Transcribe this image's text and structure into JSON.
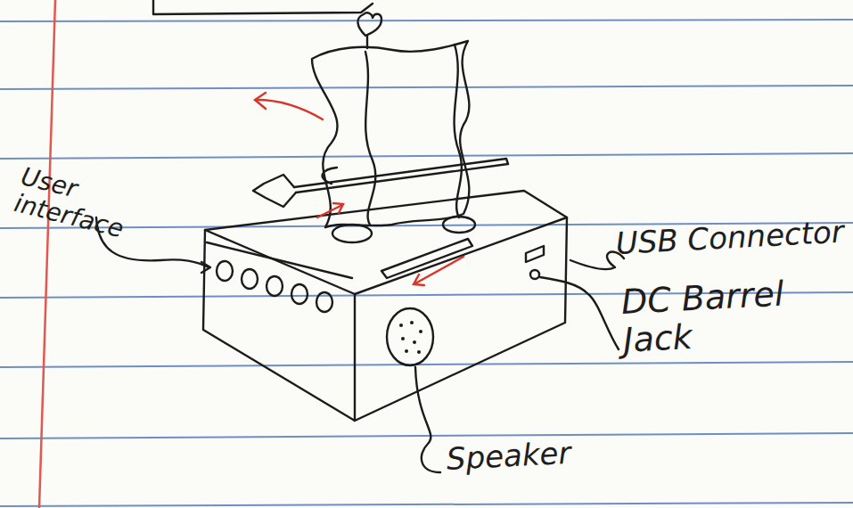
{
  "diagram": {
    "labels": [
      "User interface",
      "USB Connector",
      "DC Barrel Jack",
      "Speaker"
    ]
  }
}
